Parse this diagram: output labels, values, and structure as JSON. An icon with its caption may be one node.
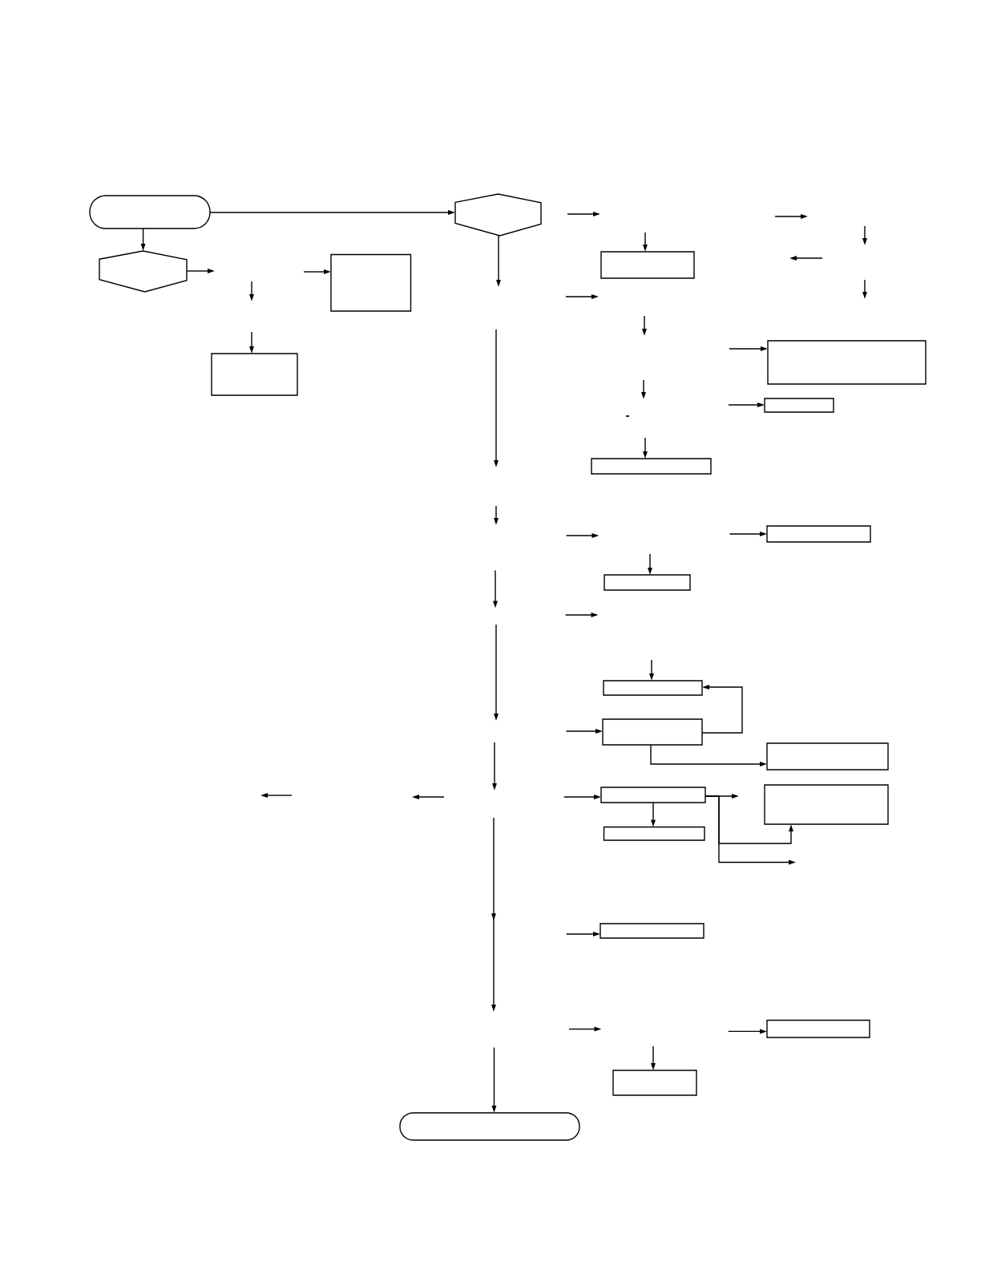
{
  "diagram": {
    "nodes": [
      {
        "text": [],
        "shape": "pill"
      },
      {
        "text": [],
        "shape": "hexagon"
      },
      {
        "text": [],
        "shape": "hexagon"
      },
      {
        "text": [],
        "shape": "box"
      },
      {
        "text": [],
        "shape": "box"
      },
      {
        "text": [],
        "shape": "box"
      },
      {
        "text": [],
        "shape": "box"
      },
      {
        "text": [],
        "shape": "box"
      },
      {
        "text": [],
        "shape": "box"
      },
      {
        "text": [],
        "shape": "box"
      },
      {
        "text": [],
        "shape": "box"
      },
      {
        "text": [],
        "shape": "box"
      },
      {
        "text": [],
        "shape": "box"
      },
      {
        "text": [],
        "shape": "box"
      },
      {
        "text": [],
        "shape": "box"
      },
      {
        "text": [],
        "shape": "box"
      },
      {
        "text": [],
        "shape": "box"
      },
      {
        "text": [],
        "shape": "box"
      },
      {
        "text": [],
        "shape": "box"
      },
      {
        "text": [],
        "shape": "box"
      },
      {
        "text": [],
        "shape": "pill"
      }
    ],
    "edges": [
      {
        "from": 0,
        "to": 1,
        "arrow": "to"
      },
      {
        "from": 0,
        "to": 2,
        "arrow": "to"
      },
      {
        "from": 2,
        "to": null,
        "arrow": "to"
      },
      {
        "from": null,
        "to": 3,
        "arrow": "to"
      },
      {
        "from": 1,
        "to": null,
        "arrow": "to"
      },
      {
        "from": null,
        "to": 4,
        "arrow": "to"
      },
      {
        "from": null,
        "to": 6,
        "arrow": "to"
      },
      {
        "from": null,
        "to": 5,
        "arrow": "to"
      },
      {
        "from": null,
        "to": 7,
        "arrow": "to"
      },
      {
        "from": null,
        "to": 8,
        "arrow": "to"
      },
      {
        "from": null,
        "to": 9,
        "arrow": "to"
      },
      {
        "from": null,
        "to": 10,
        "arrow": "to"
      },
      {
        "from": null,
        "to": 11,
        "arrow": "to"
      },
      {
        "from": null,
        "to": 12,
        "arrow": "to"
      },
      {
        "from": 12,
        "to": 11,
        "arrow": "to"
      },
      {
        "from": 12,
        "to": 13,
        "arrow": "to"
      },
      {
        "from": null,
        "to": 14,
        "arrow": "to"
      },
      {
        "from": 14,
        "to": null,
        "arrow": "to"
      },
      {
        "from": 14,
        "to": 15,
        "arrow": "to"
      },
      {
        "from": 14,
        "to": null,
        "arrow": "to"
      },
      {
        "from": 14,
        "to": 16,
        "arrow": "to"
      },
      {
        "from": null,
        "to": 17,
        "arrow": "to"
      },
      {
        "from": null,
        "to": 18,
        "arrow": "to"
      },
      {
        "from": null,
        "to": 19,
        "arrow": "to"
      },
      {
        "from": null,
        "to": 20,
        "arrow": "to"
      }
    ],
    "labels": [
      "-"
    ]
  }
}
